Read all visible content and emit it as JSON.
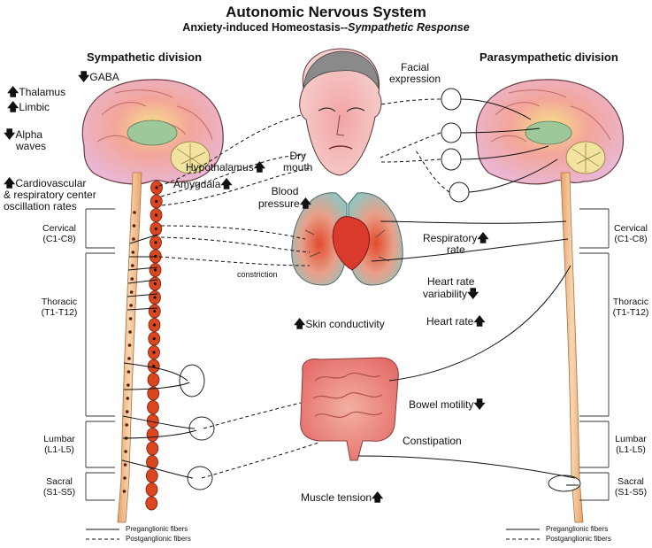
{
  "title": "Autonomic Nervous System",
  "subtitle_main": "Anxiety-induced Homeostasis--",
  "subtitle_italic": "Sympathetic Response",
  "sympathetic_title": "Sympathetic division",
  "parasympathetic_title": "Parasympathetic division",
  "brain_labels": {
    "gaba": "GABA",
    "thalamus": "Thalamus",
    "limbic": "Limbic",
    "alpha_1": "Alpha",
    "alpha_2": "waves",
    "hypothalamus": "Hypothalamus",
    "amygdala": "Amygdala",
    "cardio_1": "Cardiovascular",
    "cardio_2": "& respiratory center",
    "cardio_3": "oscillation rates"
  },
  "organ_labels": {
    "facial_1": "Facial",
    "facial_2": "expression",
    "dry_1": "Dry",
    "dry_2": "mouth",
    "blood_1": "Blood",
    "blood_2": "pressure",
    "constriction": "constriction",
    "respiratory_1": "Respiratory",
    "respiratory_2": "rate",
    "hrv_1": "Heart rate",
    "hrv_2": "variability",
    "heart_rate": "Heart rate",
    "skin": "Skin conductivity",
    "bowel": "Bowel motility",
    "constipation": "Constipation",
    "muscle": "Muscle tension"
  },
  "regions": {
    "cervical_1": "Cervical",
    "cervical_2": "(C1-C8)",
    "thoracic_1": "Thoracic",
    "thoracic_2": "(T1-T12)",
    "lumbar_1": "Lumbar",
    "lumbar_2": "(L1-L5)",
    "sacral_1": "Sacral",
    "sacral_2": "(S1-S5)"
  },
  "legend": {
    "preganglionic": "Preganglionic fibers",
    "postganglionic": "Postganglionic fibers"
  },
  "symbols": {
    "up": "🡅",
    "down": "🡇"
  },
  "colors": {
    "spine": "#f2c79b",
    "ganglion": "#d9461f",
    "brain_pink": "#f4a6a0",
    "lung": "#9fc8c0",
    "heart": "#d93a2b",
    "intestine": "#e8807a"
  }
}
